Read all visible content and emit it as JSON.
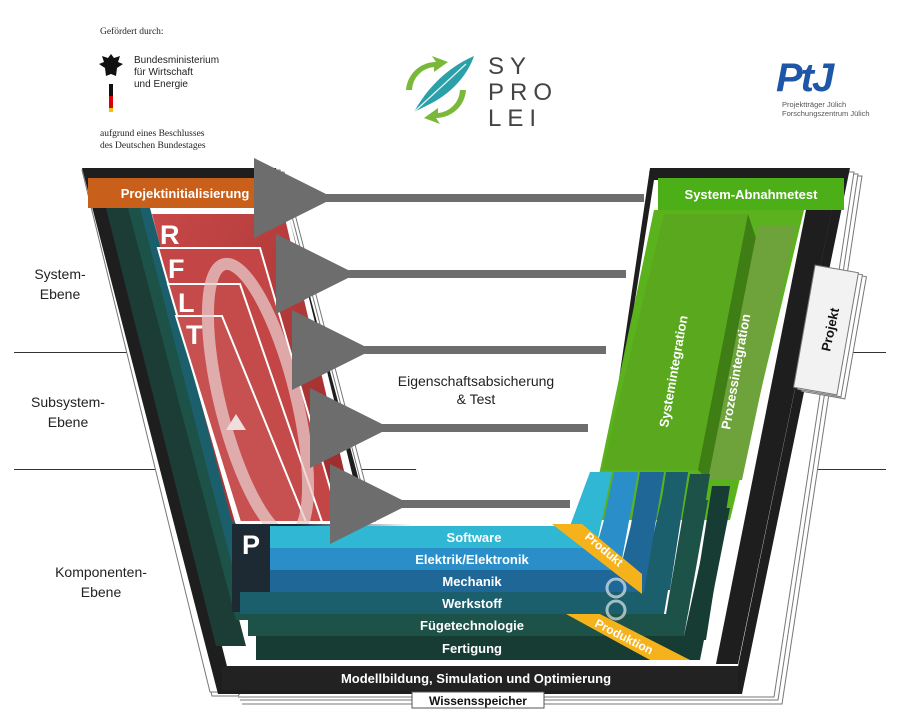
{
  "header": {
    "funder_intro": "Gefördert durch:",
    "ministry_lines": [
      "Bundesministerium",
      "für Wirtschaft",
      "und Energie"
    ],
    "resolution_lines": [
      "aufgrund eines Beschlusses",
      "des Deutschen Bundestages"
    ],
    "logo_letters": [
      "SY",
      "PRO",
      "LEI"
    ],
    "ptj_logo": "PtJ",
    "ptj_lines": [
      "Projektträger Jülich",
      "Forschungszentrum Jülich"
    ]
  },
  "levels": {
    "system": [
      "System-",
      "Ebene"
    ],
    "subsystem": [
      "Subsystem-",
      "Ebene"
    ],
    "component": [
      "Komponenten-",
      "Ebene"
    ]
  },
  "diagram": {
    "left_header": "Projektinitialisierung",
    "right_header": "System-Abnahmetest",
    "rflt": [
      "R",
      "F",
      "L",
      "T"
    ],
    "p_letter": "P",
    "middle_label": [
      "Eigenschaftsabsicherung",
      "& Test"
    ],
    "integration_1": "Systemintegration",
    "integration_2": "Prozessintegration",
    "project_tab": "Projekt",
    "bands": [
      "Software",
      "Elektrik/Elektronik",
      "Mechanik",
      "Werkstoff",
      "Fügetechnologie",
      "Fertigung"
    ],
    "tag_product": "Produkt",
    "tag_production": "Produktion",
    "modelling": "Modellbildung, Simulation und Optimierung",
    "knowledge": "Wissensspeicher"
  },
  "colors": {
    "orange": "#c8601b",
    "green": "#5ab21d",
    "red": "#b83a3a",
    "software": "#2fb7d4",
    "elektrik": "#2a8fc9",
    "mechanik": "#1f6796",
    "werkstoff": "#1c5f6c",
    "fuege": "#1c5247",
    "fertigung": "#173c33",
    "yellow": "#f5b21a"
  }
}
